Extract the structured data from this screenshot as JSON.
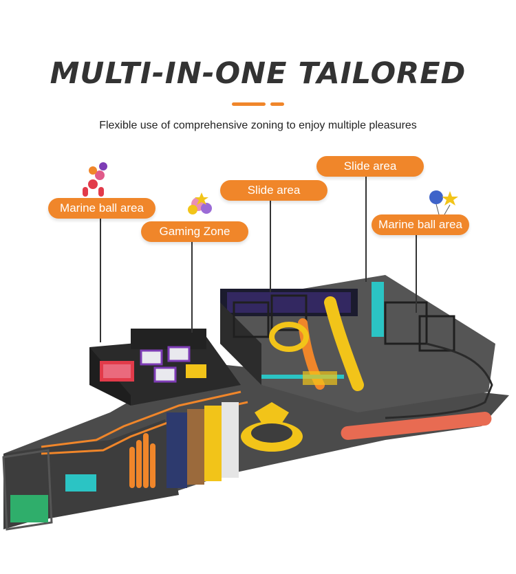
{
  "header": {
    "title": "MULTI-IN-ONE TAILORED",
    "subtitle": "Flexible use of comprehensive zoning to enjoy multiple pleasures"
  },
  "zones": [
    {
      "label": "Marine ball area"
    },
    {
      "label": "Gaming Zone"
    },
    {
      "label": "Slide area"
    },
    {
      "label": "Slide area"
    },
    {
      "label": "Marine ball area"
    }
  ],
  "colors": {
    "accent": "#f0862a",
    "title": "#333333",
    "floor": "#4b4b4b",
    "track": "#e86b52",
    "yellow": "#f2c419",
    "cyan": "#2bc4c4",
    "purple": "#7d3cb5"
  }
}
